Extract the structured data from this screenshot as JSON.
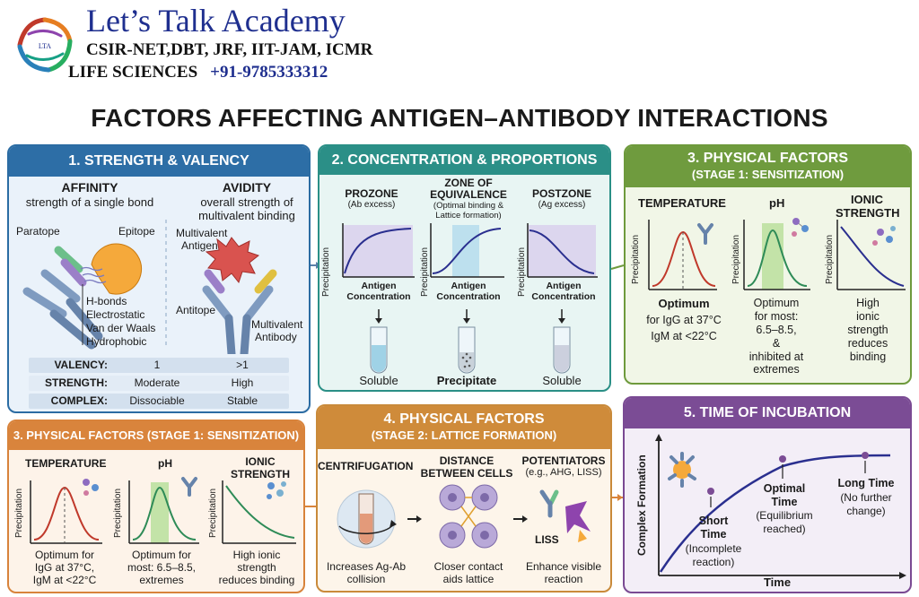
{
  "header": {
    "brand_title": "Let’s Talk Academy",
    "brand_sub1": "CSIR-NET,DBT, JRF, IIT-JAM, ICMR",
    "brand_sub2": "LIFE SCIENCES",
    "brand_phone": "+91-9785333312",
    "logo_text": "LTA",
    "main_title": "FACTORS AFFECTING ANTIGEN–ANTIBODY INTERACTIONS"
  },
  "p1": {
    "title": "1. STRENGTH & VALENCY",
    "affinity": "AFFINITY",
    "affinity_desc": "strength of a single bond",
    "avidity": "AVIDITY",
    "avidity_desc1": "overall strength of",
    "avidity_desc2": "multivalent binding",
    "paratope": "Paratope",
    "epitope": "Epitope",
    "multivalent_antigen1": "Multivalent",
    "multivalent_antigen2": "Antigen",
    "antitope": "Antitope",
    "multivalent_antibody1": "Multivalent",
    "multivalent_antibody2": "Antibody",
    "bonds": [
      "H-bonds",
      "Electrostatic",
      "Van der Waals",
      "Hydrophobic"
    ],
    "table": [
      {
        "label": "VALENCY:",
        "a": "1",
        "b": ">1"
      },
      {
        "label": "STRENGTH:",
        "a": "Moderate",
        "b": "High"
      },
      {
        "label": "COMPLEX:",
        "a": "Dissociable",
        "b": "Stable"
      }
    ]
  },
  "p2": {
    "title": "2. CONCENTRATION & PROPORTIONS",
    "prozone": "PROZONE",
    "prozone_sub": "(Ab excess)",
    "equiv1": "ZONE OF",
    "equiv2": "EQUIVALENCE",
    "equiv_sub1": "(Optimal binding &",
    "equiv_sub2": "Lattice formation)",
    "postzone": "POSTZONE",
    "postzone_sub": "(Ag excess)",
    "ylabel": "Precipitation",
    "xlabel1": "Antigen",
    "xlabel2": "Concentration",
    "soluble": "Soluble",
    "precipitate": "Precipitate"
  },
  "p3": {
    "title1": "3. PHYSICAL FACTORS",
    "title2": "(STAGE 1: SENSITIZATION)",
    "temperature": "TEMPERATURE",
    "ph": "pH",
    "ionic1": "IONIC",
    "ionic2": "STRENGTH",
    "ylabel": "Precipitation",
    "temp_opt": "Optimum",
    "temp_l1": "for IgG at 37°C",
    "temp_l2": "IgM at <22°C",
    "ph_l1": "Optimum",
    "ph_l2": "for most:",
    "ph_l3": "6.5–8.5,",
    "ph_l4": "&",
    "ph_l5": "inhibited at",
    "ph_l6": "extremes",
    "ion_l1": "High",
    "ion_l2": "ionic",
    "ion_l3": "strength",
    "ion_l4": "reduces",
    "ion_l5": "binding"
  },
  "p4": {
    "title": "3. PHYSICAL FACTORS (STAGE 1: SENSITIZATION)",
    "temperature": "TEMPERATURE",
    "ph": "pH",
    "ionic1": "IONIC",
    "ionic2": "STRENGTH",
    "ylabel": "Precipitation",
    "temp_l1": "Optimum for",
    "temp_l2": "IgG at 37°C,",
    "temp_l3": "IgM at <22°C",
    "ph_l1": "Optimum for",
    "ph_l2": "most: 6.5–8.5,",
    "ph_l3": "extremes",
    "ion_l1": "High ionic",
    "ion_l2": "strength",
    "ion_l3": "reduces binding"
  },
  "p5": {
    "title1": "4. PHYSICAL FACTORS",
    "title2": "(STAGE 2: LATTICE FORMATION)",
    "centrifugation": "CENTRIFUGATION",
    "distance1": "DISTANCE",
    "distance2": "BETWEEN CELLS",
    "potentiators": "POTENTIATORS",
    "potentiators_sub": "(e.g., AHG, LISS)",
    "liss": "LISS",
    "cent_l1": "Increases Ag-Ab",
    "cent_l2": "collision",
    "dist_l1": "Closer contact",
    "dist_l2": "aids lattice",
    "pot_l1": "Enhance visible",
    "pot_l2": "reaction"
  },
  "p6": {
    "title": "5. TIME OF INCUBATION",
    "ylabel": "Complex Formation",
    "xlabel": "Time",
    "short1": "Short",
    "short2": "Time",
    "short3": "(Incomplete",
    "short4": "reaction)",
    "opt1": "Optimal",
    "opt2": "Time",
    "opt3": "(Equilibrium",
    "opt4": "reached)",
    "long1": "Long Time",
    "long2": "(No further",
    "long3": "change)"
  },
  "colors": {
    "blue": "#2d6ea6",
    "teal": "#2b8f87",
    "green": "#6f9b3e",
    "orange": "#d9843c",
    "purple": "#7b4c95",
    "brand": "#1f2f8f"
  }
}
